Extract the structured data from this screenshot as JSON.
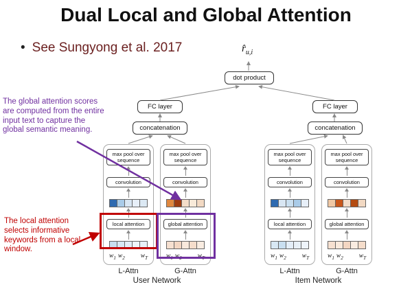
{
  "slide": {
    "title": "Dual Local and Global Attention",
    "bullet_marker": "•",
    "bullet_text": "See Sungyong et al. 2017"
  },
  "rating": {
    "base": "r̂",
    "sub": "u,i"
  },
  "diagram": {
    "dot_product_label": "dot product",
    "networks": [
      {
        "name": "User Network",
        "fc_label": "FC layer",
        "concat_label": "concatenation",
        "columns": [
          {
            "label": "L-Attn",
            "maxpool_label": "max pool over sequence",
            "conv_label": "convolution",
            "attention_label": "local attention",
            "feat_colors": [
              "#2e6ab0",
              "#a9cbe8",
              "#d8e6f3",
              "#e7eff8",
              "#dce9f4"
            ],
            "word_colors": [
              "#c9dff0",
              "#d8e8f4",
              "#e4eef8",
              "#eef4fa",
              "#e8f0f7"
            ],
            "words": [
              [
                "w",
                "1"
              ],
              [
                "w",
                "2"
              ],
              [
                "w",
                "T"
              ]
            ]
          },
          {
            "label": "G-Attn",
            "maxpool_label": "max pool over sequence",
            "conv_label": "convolution",
            "attention_label": "global attention",
            "feat_colors": [
              "#e0883f",
              "#9e3c10",
              "#f4ddc9",
              "#f8ead9",
              "#f2d9c3"
            ],
            "word_colors": [
              "#f6e0d0",
              "#f3d6c2",
              "#f9e9dc",
              "#f5ddcb",
              "#f9ece1"
            ],
            "words": [
              [
                "w",
                "1"
              ],
              [
                "w",
                "2"
              ],
              [
                "w",
                "T"
              ]
            ]
          }
        ]
      },
      {
        "name": "Item Network",
        "fc_label": "FC layer",
        "concat_label": "concatenation",
        "columns": [
          {
            "label": "L-Attn",
            "maxpool_label": "max pool over sequence",
            "conv_label": "convolution",
            "attention_label": "local attention",
            "feat_colors": [
              "#2e6ab0",
              "#d8e6f3",
              "#c9dff0",
              "#a9cbe8",
              "#e7eff8"
            ],
            "word_colors": [
              "#d8e8f4",
              "#c9dff0",
              "#e4eef8",
              "#e8f0f7",
              "#eef4fa"
            ],
            "words": [
              [
                "w",
                "1"
              ],
              [
                "w",
                "2"
              ],
              [
                "w",
                "T"
              ]
            ]
          },
          {
            "label": "G-Attn",
            "maxpool_label": "max pool over sequence",
            "conv_label": "convolution",
            "attention_label": "global attention",
            "feat_colors": [
              "#f0c8a4",
              "#c8581c",
              "#f4ddc9",
              "#b44c12",
              "#f2d9c3"
            ],
            "word_colors": [
              "#f6e0d0",
              "#f9e9dc",
              "#f3d6c2",
              "#f9ece1",
              "#f5ddcb"
            ],
            "words": [
              [
                "w",
                "1"
              ],
              [
                "w",
                "2"
              ],
              [
                "w",
                "T"
              ]
            ]
          }
        ]
      }
    ]
  },
  "annotations": {
    "global_note": "The global attention scores are computed from the entire input text to capture the global semantic meaning.",
    "local_note": "The local attention selects informative keywords from a local window."
  },
  "colors": {
    "annotation_purple": "#7030a0",
    "annotation_red": "#c00000",
    "connector_gray": "#8a8a8a"
  }
}
